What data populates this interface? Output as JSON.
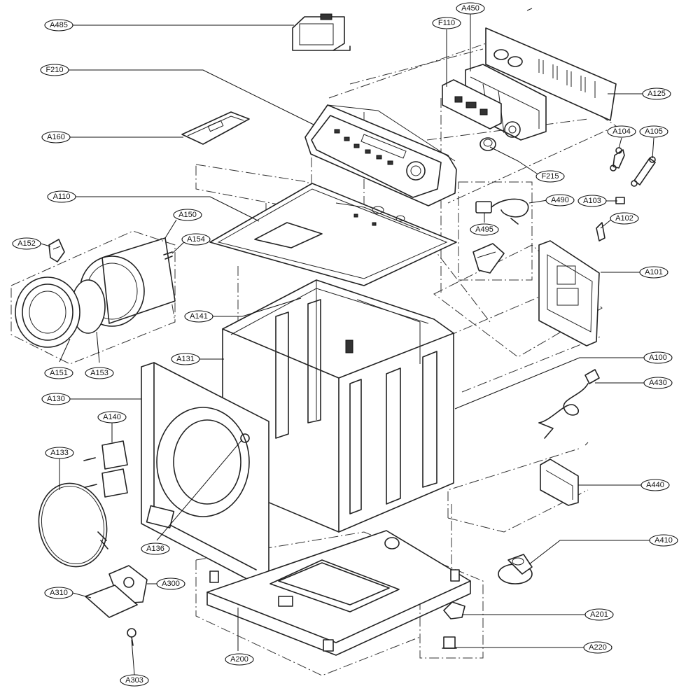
{
  "labels": {
    "A485": "A485",
    "F210": "F210",
    "A160": "A160",
    "A110": "A110",
    "A150": "A150",
    "A154": "A154",
    "A152": "A152",
    "A141": "A141",
    "A151": "A151",
    "A153": "A153",
    "A131": "A131",
    "A130": "A130",
    "A140": "A140",
    "A133": "A133",
    "A136": "A136",
    "A300": "A300",
    "A310": "A310",
    "A303": "A303",
    "A200": "A200",
    "A450": "A450",
    "F110": "F110",
    "A125": "A125",
    "A104": "A104",
    "A105": "A105",
    "F215": "F215",
    "A490": "A490",
    "A103": "A103",
    "A495": "A495",
    "A102": "A102",
    "A101": "A101",
    "A100": "A100",
    "A430": "A430",
    "A440": "A440",
    "A410": "A410",
    "A201": "A201",
    "A220": "A220"
  }
}
